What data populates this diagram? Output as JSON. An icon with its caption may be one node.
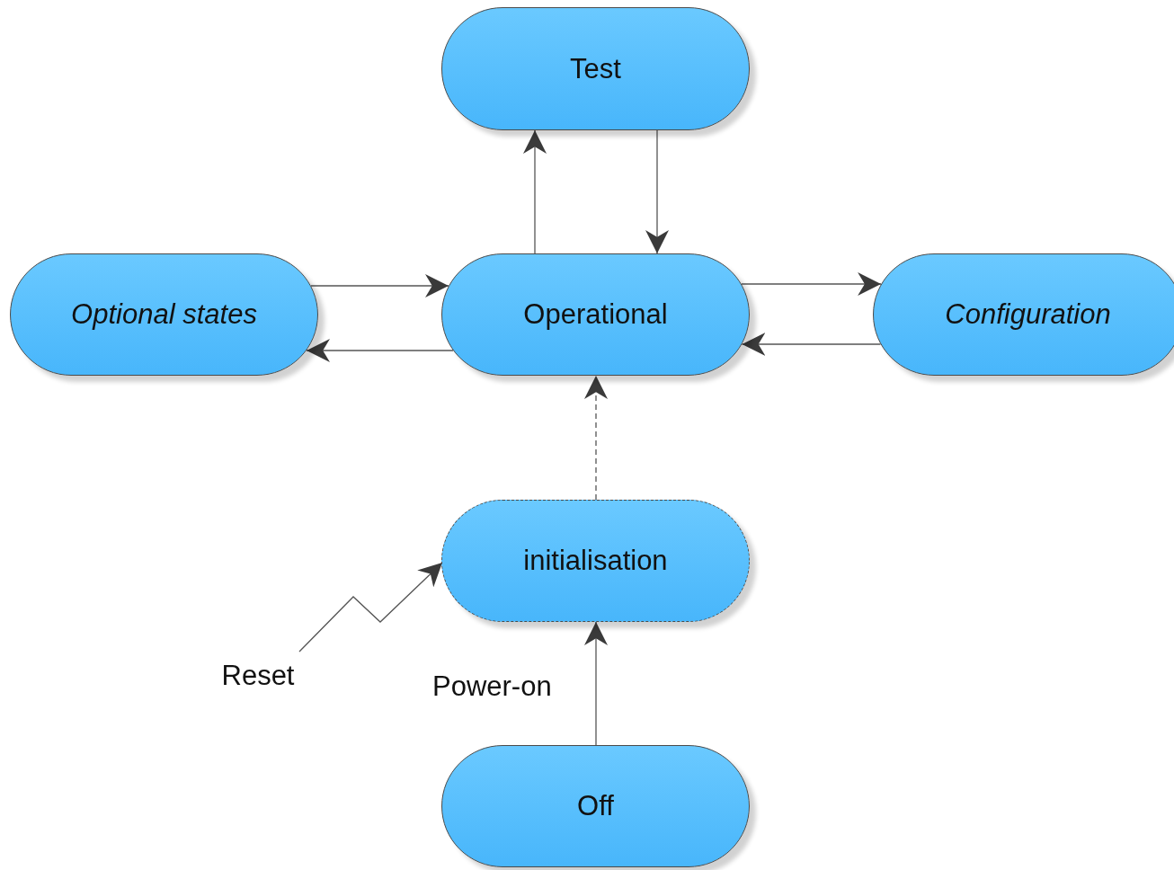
{
  "diagram": {
    "nodes": [
      {
        "text": [
          "Test"
        ]
      },
      {
        "text": [
          "Optional states"
        ]
      },
      {
        "text": [
          "Operational"
        ]
      },
      {
        "text": [
          "Configuration"
        ]
      },
      {
        "text": [
          "initialisation"
        ]
      },
      {
        "text": [
          "Off"
        ]
      },
      {
        "text": [
          "Reset"
        ]
      }
    ],
    "edges": [
      {
        "from": 2,
        "to": 0,
        "arrow": "to"
      },
      {
        "from": 0,
        "to": 2,
        "arrow": "to"
      },
      {
        "from": 1,
        "to": 2,
        "arrow": "to"
      },
      {
        "from": 2,
        "to": 1,
        "arrow": "to"
      },
      {
        "from": 2,
        "to": 3,
        "arrow": "to"
      },
      {
        "from": 3,
        "to": 2,
        "arrow": "to"
      },
      {
        "from": 4,
        "to": 2,
        "arrow": "to",
        "style": "dashed"
      },
      {
        "from": 5,
        "to": 4,
        "arrow": "to",
        "label": "Power-on"
      },
      {
        "from": 6,
        "to": 4,
        "arrow": "to"
      }
    ]
  }
}
